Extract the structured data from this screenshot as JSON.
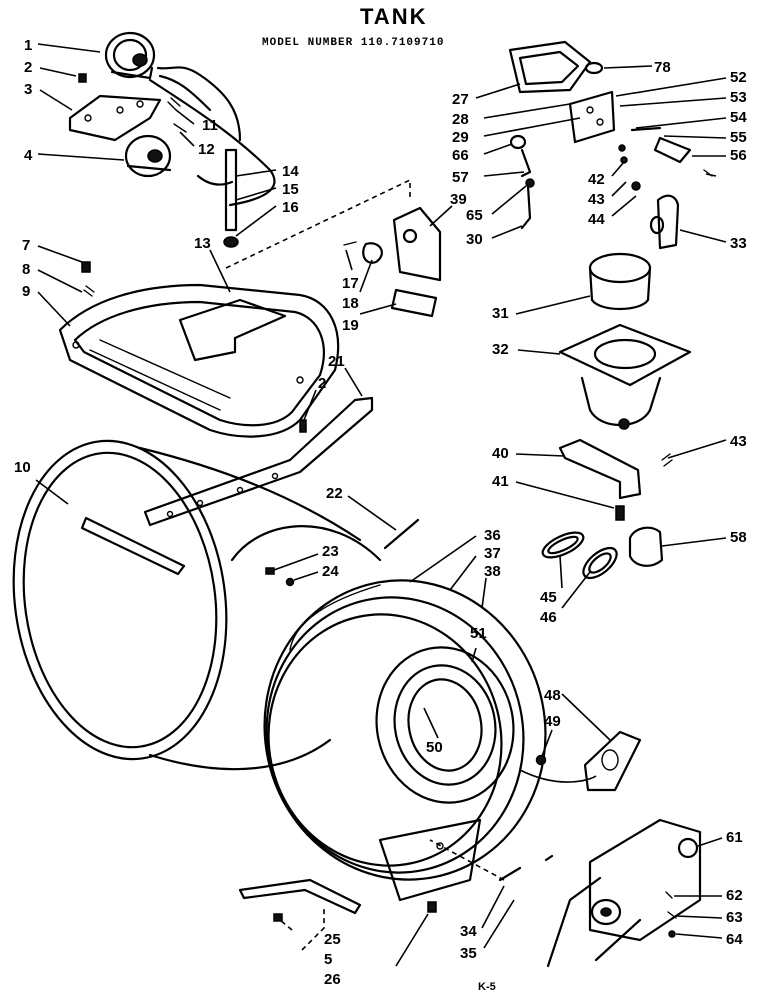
{
  "diagram": {
    "title": "TANK",
    "model_line": "MODEL NUMBER 110.7109710",
    "footer": "K-5"
  },
  "callouts": [
    {
      "id": "c1",
      "label": "1"
    },
    {
      "id": "c2",
      "label": "2"
    },
    {
      "id": "c3",
      "label": "3"
    },
    {
      "id": "c4",
      "label": "4"
    },
    {
      "id": "c11",
      "label": "11"
    },
    {
      "id": "c12",
      "label": "12"
    },
    {
      "id": "c14",
      "label": "14"
    },
    {
      "id": "c15",
      "label": "15"
    },
    {
      "id": "c16",
      "label": "16"
    },
    {
      "id": "c13",
      "label": "13"
    },
    {
      "id": "c7",
      "label": "7"
    },
    {
      "id": "c8",
      "label": "8"
    },
    {
      "id": "c9",
      "label": "9"
    },
    {
      "id": "c10",
      "label": "10"
    },
    {
      "id": "c17",
      "label": "17"
    },
    {
      "id": "c18",
      "label": "18"
    },
    {
      "id": "c19",
      "label": "19"
    },
    {
      "id": "c39",
      "label": "39"
    },
    {
      "id": "c21",
      "label": "21"
    },
    {
      "id": "c2b",
      "label": "2"
    },
    {
      "id": "c22",
      "label": "22"
    },
    {
      "id": "c23",
      "label": "23"
    },
    {
      "id": "c24",
      "label": "24"
    },
    {
      "id": "c36",
      "label": "36"
    },
    {
      "id": "c37",
      "label": "37"
    },
    {
      "id": "c38",
      "label": "38"
    },
    {
      "id": "c51",
      "label": "51"
    },
    {
      "id": "c50",
      "label": "50"
    },
    {
      "id": "c25",
      "label": "25"
    },
    {
      "id": "c5",
      "label": "5"
    },
    {
      "id": "c26",
      "label": "26"
    },
    {
      "id": "c34",
      "label": "34"
    },
    {
      "id": "c35",
      "label": "35"
    },
    {
      "id": "c48",
      "label": "48"
    },
    {
      "id": "c49",
      "label": "49"
    },
    {
      "id": "c45",
      "label": "45"
    },
    {
      "id": "c46",
      "label": "46"
    },
    {
      "id": "c27",
      "label": "27"
    },
    {
      "id": "c28",
      "label": "28"
    },
    {
      "id": "c29",
      "label": "29"
    },
    {
      "id": "c66",
      "label": "66"
    },
    {
      "id": "c57",
      "label": "57"
    },
    {
      "id": "c65",
      "label": "65"
    },
    {
      "id": "c30",
      "label": "30"
    },
    {
      "id": "c78",
      "label": "78"
    },
    {
      "id": "c52",
      "label": "52"
    },
    {
      "id": "c53",
      "label": "53"
    },
    {
      "id": "c54",
      "label": "54"
    },
    {
      "id": "c55",
      "label": "55"
    },
    {
      "id": "c56",
      "label": "56"
    },
    {
      "id": "c42",
      "label": "42"
    },
    {
      "id": "c43",
      "label": "43"
    },
    {
      "id": "c44",
      "label": "44"
    },
    {
      "id": "c33",
      "label": "33"
    },
    {
      "id": "c31",
      "label": "31"
    },
    {
      "id": "c32",
      "label": "32"
    },
    {
      "id": "c40",
      "label": "40"
    },
    {
      "id": "c43b",
      "label": "43"
    },
    {
      "id": "c41",
      "label": "41"
    },
    {
      "id": "c58",
      "label": "58"
    },
    {
      "id": "c61",
      "label": "61"
    },
    {
      "id": "c62",
      "label": "62"
    },
    {
      "id": "c63",
      "label": "63"
    },
    {
      "id": "c64",
      "label": "64"
    }
  ]
}
